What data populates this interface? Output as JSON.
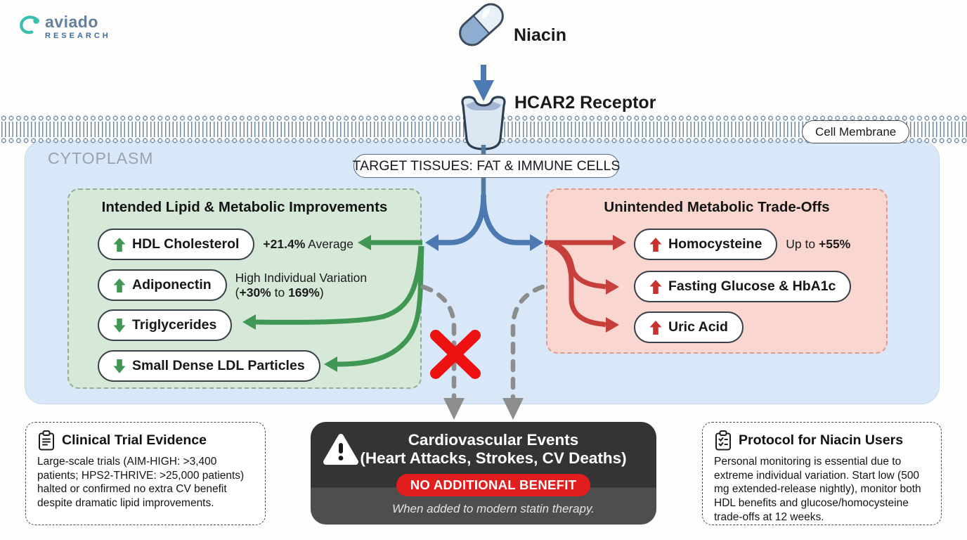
{
  "logo": {
    "name": "aviado",
    "sub": "RESEARCH"
  },
  "pathway": {
    "drug": "Niacin",
    "receptor": "HCAR2 Receptor",
    "membrane_label": "Cell Membrane",
    "compartment": "CYTOPLASM",
    "target_badge": "TARGET TISSUES: FAT & IMMUNE CELLS"
  },
  "benefits": {
    "title": "Intended Lipid & Metabolic Improvements",
    "items": [
      {
        "label": "HDL Cholesterol",
        "direction": "up"
      },
      {
        "label": "Adiponectin",
        "direction": "up"
      },
      {
        "label": "Triglycerides",
        "direction": "down"
      },
      {
        "label": "Small Dense LDL Particles",
        "direction": "down"
      }
    ],
    "hdl_note": {
      "value": "+21.4%",
      "suffix": " Average"
    },
    "adiponectin_note": {
      "line1": "High Individual Variation",
      "open": "(",
      "v1": "+30%",
      "mid": " to ",
      "v2": "169%",
      "close": ")"
    }
  },
  "tradeoffs": {
    "title": "Unintended Metabolic Trade-Offs",
    "items": [
      {
        "label": "Homocysteine",
        "direction": "up"
      },
      {
        "label": "Fasting Glucose & HbA1c",
        "direction": "up"
      },
      {
        "label": "Uric Acid",
        "direction": "up"
      }
    ],
    "homocysteine_note": {
      "prefix": "Up to ",
      "value": "+55%"
    }
  },
  "outcome": {
    "line1": "Cardiovascular Events",
    "line2": "(Heart Attacks, Strokes, CV Deaths)",
    "badge": "NO ADDITIONAL BENEFIT",
    "caption": "When added to modern statin therapy."
  },
  "evidence": {
    "title": "Clinical Trial Evidence",
    "body": "Large-scale trials (AIM-HIGH: >3,400 patients; HPS2-THRIVE: >25,000 patients) halted or confirmed no extra CV benefit despite dramatic lipid improvements."
  },
  "protocol": {
    "title": "Protocol for Niacin Users",
    "body": "Personal monitoring is essential due to extreme individual variation. Start low (500 mg extended-release nightly), monitor both HDL benefits and glucose/homocysteine trade-offs at 12 weeks."
  },
  "colors": {
    "benefit_green": "#3f9753",
    "risk_red": "#c73f3b",
    "pathway_blue": "#4b79b0",
    "alert_red": "#e11d1d",
    "blocked_x_red": "#ee1111"
  }
}
